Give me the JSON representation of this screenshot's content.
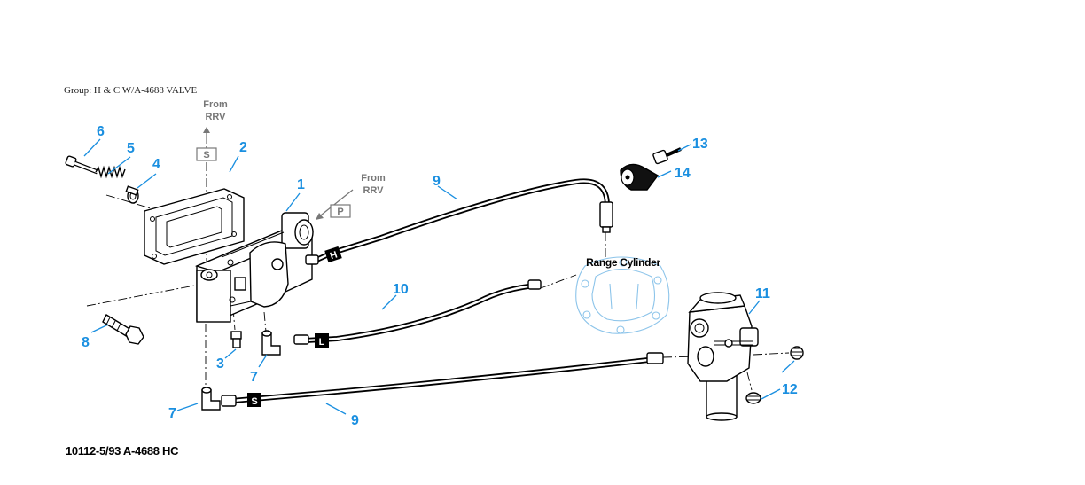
{
  "group_title": "Group: H & C W/A-4688 VALVE",
  "footer_code": "10112-5/93 A-4688 HC",
  "callouts": {
    "c1": "1",
    "c2": "2",
    "c3": "3",
    "c4": "4",
    "c5": "5",
    "c6": "6",
    "c7a": "7",
    "c7b": "7",
    "c8": "8",
    "c9a": "9",
    "c9b": "9",
    "c10": "10",
    "c11": "11",
    "c12": "12",
    "c13": "13",
    "c14": "14"
  },
  "notes": {
    "from_rrv_top_line1": "From",
    "from_rrv_top_line2": "RRV",
    "from_rrv_right_line1": "From",
    "from_rrv_right_line2": "RRV",
    "range_cylinder": "Range Cylinder"
  },
  "port_tags": {
    "s_box": "S",
    "p_box": "P",
    "h_hose": "H",
    "l_hose": "L",
    "s_hose": "S"
  },
  "colors": {
    "callout": "#1a8fe0",
    "note_gray": "#777777",
    "cylinder_outline": "#8cc4ea"
  }
}
